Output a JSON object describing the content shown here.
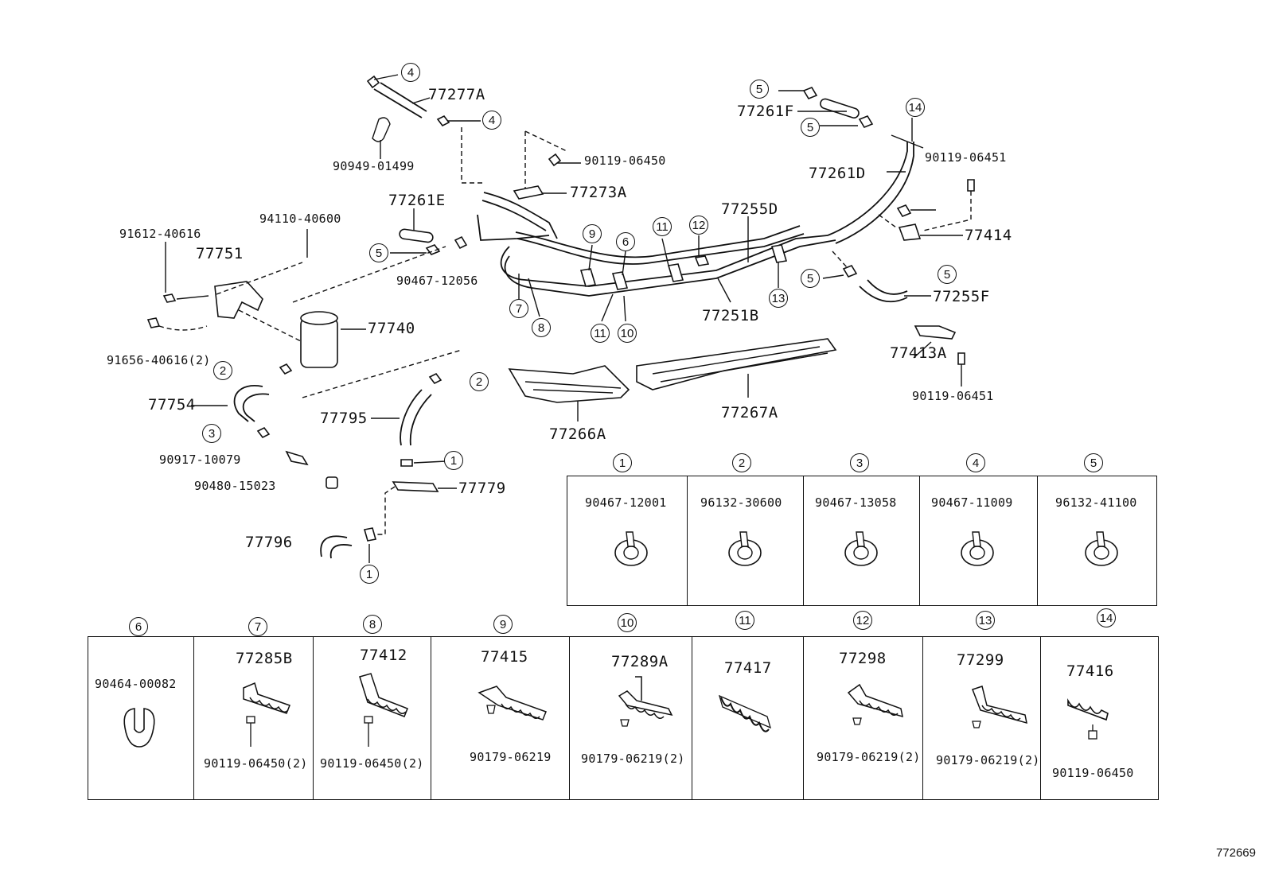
{
  "diagram_id": "772669",
  "parts": {
    "p77277A": "77277A",
    "p90949": "90949-01499",
    "p90119_06450_top": "90119-06450",
    "p77273A": "77273A",
    "p77261E": "77261E",
    "p94110": "94110-40600",
    "p91612": "91612-40616",
    "p77751": "77751",
    "p90467_12056": "90467-12056",
    "p77740": "77740",
    "p91656": "91656-40616(2)",
    "p77754": "77754",
    "p77795": "77795",
    "p90917": "90917-10079",
    "p90480": "90480-15023",
    "p77779": "77779",
    "p77796": "77796",
    "p77266A": "77266A",
    "p77267A": "77267A",
    "p77255D": "77255D",
    "p77251B": "77251B",
    "p77261F": "77261F",
    "p77261D": "77261D",
    "p90119_06451_a": "90119-06451",
    "p77414": "77414",
    "p77255F": "77255F",
    "p77413A": "77413A",
    "p90119_06451_b": "90119-06451"
  },
  "callouts": {
    "c1": "1",
    "c2": "2",
    "c3": "3",
    "c4": "4",
    "c5": "5",
    "c6": "6",
    "c7": "7",
    "c8": "8",
    "c9": "9",
    "c10": "10",
    "c11": "11",
    "c12": "12",
    "c13": "13",
    "c14": "14"
  },
  "clamp_table_top": [
    {
      "num": "1",
      "part": "90467-12001"
    },
    {
      "num": "2",
      "part": "96132-30600"
    },
    {
      "num": "3",
      "part": "90467-13058"
    },
    {
      "num": "4",
      "part": "90467-11009"
    },
    {
      "num": "5",
      "part": "96132-41100"
    }
  ],
  "clamp_table_bottom": [
    {
      "num": "6",
      "part": "90464-00082",
      "sub": ""
    },
    {
      "num": "7",
      "part": "77285B",
      "sub": "90119-06450(2)"
    },
    {
      "num": "8",
      "part": "77412",
      "sub": "90119-06450(2)"
    },
    {
      "num": "9",
      "part": "77415",
      "sub": "90179-06219"
    },
    {
      "num": "10",
      "part": "77289A",
      "sub": "90179-06219(2)"
    },
    {
      "num": "11",
      "part": "77417",
      "sub": ""
    },
    {
      "num": "12",
      "part": "77298",
      "sub": "90179-06219(2)"
    },
    {
      "num": "13",
      "part": "77299",
      "sub": "90179-06219(2)"
    },
    {
      "num": "14",
      "part": "77416",
      "sub": "90119-06450"
    }
  ]
}
